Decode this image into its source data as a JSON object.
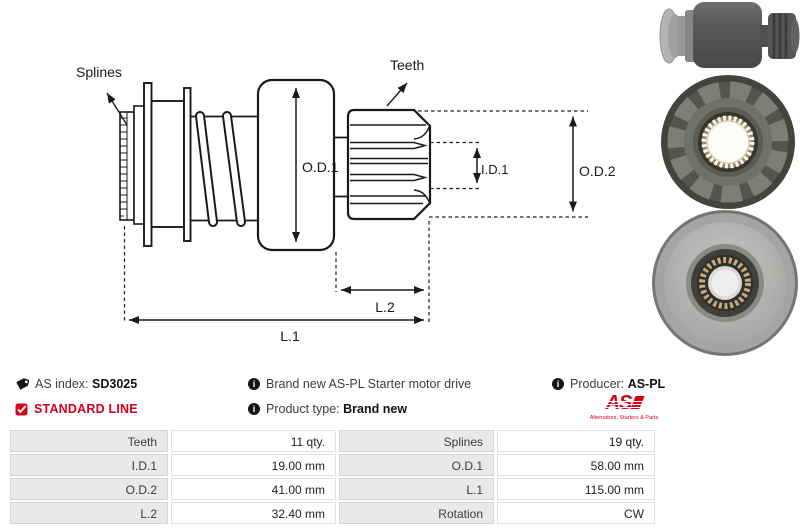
{
  "product": {
    "as_index_label": "AS index:",
    "as_index_value": "SD3025",
    "line_badge": "STANDARD LINE",
    "description": "Brand new AS-PL Starter motor drive",
    "product_type_label": "Product type:",
    "product_type_value": "Brand new",
    "producer_label": "Producer:",
    "producer_value": "AS-PL"
  },
  "logo": {
    "text": "AS",
    "tagline": "Alternators, Starters & Parts"
  },
  "drawing": {
    "labels": {
      "splines": "Splines",
      "teeth": "Teeth",
      "od1": "O.D.1",
      "id1": "I.D.1",
      "od2": "O.D.2",
      "l1": "L.1",
      "l2": "L.2"
    }
  },
  "icons": {
    "as_index": "tag-icon",
    "standard_line": "checkbox-checked-icon",
    "info": "info-icon"
  },
  "colors": {
    "accent_red": "#d6001c",
    "drawing_ink": "#1a1a1a",
    "table_label_bg": "#e9e9e9",
    "table_border": "#dcdcdc"
  },
  "spec": {
    "rows": [
      [
        "Teeth",
        "11 qty.",
        "Splines",
        "19 qty."
      ],
      [
        "I.D.1",
        "19.00 mm",
        "O.D.1",
        "58.00 mm"
      ],
      [
        "O.D.2",
        "41.00 mm",
        "L.1",
        "115.00 mm"
      ],
      [
        "L.2",
        "32.40 mm",
        "Rotation",
        "CW"
      ]
    ]
  }
}
